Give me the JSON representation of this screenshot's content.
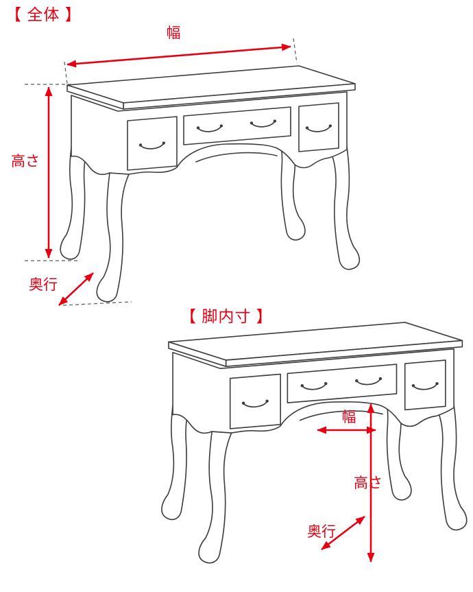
{
  "page": {
    "background": "#ffffff",
    "subject": "antique-desk-dimension-diagram"
  },
  "colors": {
    "accent_red": "#e60012",
    "line_art": "#3d3d3d",
    "guide_dash": "#595959"
  },
  "overall_section": {
    "title": "【 全体 】",
    "width_label": "幅",
    "height_label": "高さ",
    "depth_label": "奥行"
  },
  "leg_inner_section": {
    "title": "【 脚内寸 】",
    "width_label": "幅",
    "height_label": "高さ",
    "depth_label": "奥行"
  }
}
